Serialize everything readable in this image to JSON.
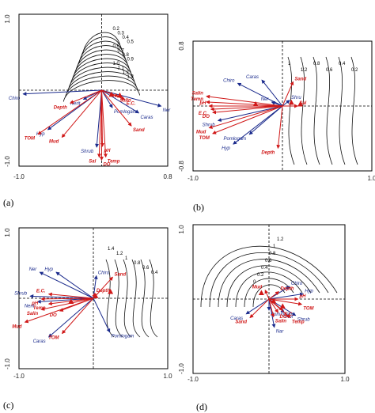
{
  "colors": {
    "environment": "#d01818",
    "species": "#1a2a8c",
    "contour": "#111111",
    "frame": "#000000",
    "event": "#d01818"
  },
  "chart_data": [
    {
      "type": "scatter",
      "panel_label": "(a)",
      "title": "",
      "xlabel": "",
      "ylabel": "",
      "xlim": [
        -1.0,
        0.8
      ],
      "ylim": [
        -1.0,
        1.0
      ],
      "tick_labels": {
        "x_min": "-1.0",
        "x_max": "0.8",
        "y_max": "1.0",
        "y_min": "-1.0"
      },
      "env_arrows": [
        {
          "name": "Depth",
          "x": -0.38,
          "y": -0.17
        },
        {
          "name": "TOM",
          "x": -0.77,
          "y": -0.58
        },
        {
          "name": "Mud",
          "x": -0.48,
          "y": -0.62
        },
        {
          "name": "Sal",
          "x": -0.03,
          "y": -0.88
        },
        {
          "name": "DO",
          "x": 0.0,
          "y": -0.92
        },
        {
          "name": "Temp",
          "x": 0.05,
          "y": -0.88
        },
        {
          "name": "pH",
          "x": 0.01,
          "y": -0.74
        },
        {
          "name": "Sand",
          "x": 0.36,
          "y": -0.47
        },
        {
          "name": "E.C.",
          "x": 0.28,
          "y": -0.12
        },
        {
          "name": "Salin",
          "x": 0.2,
          "y": -0.08
        }
      ],
      "species_arrows": [
        {
          "name": "Chiro",
          "x": -0.95,
          "y": -0.05
        },
        {
          "name": "Hyp",
          "x": -0.65,
          "y": -0.52
        },
        {
          "name": "Nerit",
          "x": -0.22,
          "y": -0.12
        },
        {
          "name": "Pomlogam",
          "x": 0.13,
          "y": -0.23
        },
        {
          "name": "Caras",
          "x": 0.45,
          "y": -0.3
        },
        {
          "name": "Ner",
          "x": 0.72,
          "y": -0.21
        },
        {
          "name": "Shrub",
          "x": -0.06,
          "y": -0.75
        }
      ],
      "events": [
        {
          "x": 0.12,
          "y": -0.06
        },
        {
          "x": 0.22,
          "y": -0.07
        }
      ],
      "contour_labels": [
        "0.2",
        "0.3",
        "0.4",
        "0.5",
        "0.6",
        "0.7",
        "0.8",
        "0.9",
        "1.0",
        "1.1",
        "1.2",
        "1.3"
      ]
    },
    {
      "type": "scatter",
      "panel_label": "(b)",
      "title": "",
      "xlabel": "",
      "ylabel": "",
      "xlim": [
        -1.0,
        1.0
      ],
      "ylim": [
        -0.8,
        0.8
      ],
      "tick_labels": {
        "x_min": "-1.0",
        "x_max": "1.0",
        "y_max": "0.8",
        "y_min": "-0.8"
      },
      "env_arrows": [
        {
          "name": "Salin",
          "x": -0.85,
          "y": 0.12
        },
        {
          "name": "Temp",
          "x": -0.85,
          "y": 0.05
        },
        {
          "name": "pH",
          "x": -0.82,
          "y": 0.0
        },
        {
          "name": "E.C.",
          "x": -0.8,
          "y": -0.04
        },
        {
          "name": "DO",
          "x": -0.78,
          "y": -0.08
        },
        {
          "name": "Mud",
          "x": -0.82,
          "y": -0.27
        },
        {
          "name": "TOM",
          "x": -0.78,
          "y": -0.34
        },
        {
          "name": "Depth",
          "x": -0.05,
          "y": -0.52
        },
        {
          "name": "Sand",
          "x": 0.12,
          "y": 0.3
        },
        {
          "name": "Sal",
          "x": 0.17,
          "y": 0.0
        }
      ],
      "species_arrows": [
        {
          "name": "Chiro",
          "x": -0.5,
          "y": 0.28
        },
        {
          "name": "Caras",
          "x": -0.23,
          "y": 0.32
        },
        {
          "name": "Ner",
          "x": -0.12,
          "y": 0.05
        },
        {
          "name": "Shru",
          "x": 0.08,
          "y": 0.07
        },
        {
          "name": "Shrub",
          "x": -0.72,
          "y": -0.18
        },
        {
          "name": "Pomlogam",
          "x": -0.37,
          "y": -0.35
        },
        {
          "name": "Hyp",
          "x": -0.55,
          "y": -0.47
        }
      ],
      "events": [
        {
          "x": -0.3,
          "y": 0.02
        },
        {
          "x": 0.1,
          "y": 0.04
        },
        {
          "x": 0.2,
          "y": 0.02
        }
      ],
      "contour_labels": [
        "1",
        "1.2",
        "0.8",
        "0.6",
        "0.4",
        "0.2"
      ]
    },
    {
      "type": "scatter",
      "panel_label": "(c)",
      "title": "",
      "xlabel": "",
      "ylabel": "",
      "xlim": [
        -1.0,
        1.0
      ],
      "ylim": [
        -1.0,
        1.0
      ],
      "tick_labels": {
        "x_min": "-1.0",
        "x_max": "1.0",
        "y_max": "1.0",
        "y_min": "-1.0"
      },
      "env_arrows": [
        {
          "name": "E.C.",
          "x": -0.6,
          "y": 0.06
        },
        {
          "name": "pH",
          "x": -0.7,
          "y": -0.01
        },
        {
          "name": "Temp",
          "x": -0.6,
          "y": -0.08
        },
        {
          "name": "Salin",
          "x": -0.7,
          "y": -0.16
        },
        {
          "name": "DO",
          "x": -0.45,
          "y": -0.18
        },
        {
          "name": "Mud",
          "x": -0.92,
          "y": -0.34
        },
        {
          "name": "TOM",
          "x": -0.42,
          "y": -0.5
        },
        {
          "name": "Depth",
          "x": 0.02,
          "y": 0.07
        },
        {
          "name": "Sand",
          "x": 0.26,
          "y": 0.3
        }
      ],
      "species_arrows": [
        {
          "name": "Ner",
          "x": -0.72,
          "y": 0.37
        },
        {
          "name": "Hyp",
          "x": -0.5,
          "y": 0.37
        },
        {
          "name": "Chiro",
          "x": 0.04,
          "y": 0.32
        },
        {
          "name": "Shrub",
          "x": -0.85,
          "y": 0.03
        },
        {
          "name": "Caras",
          "x": -0.6,
          "y": -0.55
        },
        {
          "name": "Pomlogam",
          "x": 0.22,
          "y": -0.48
        },
        {
          "name": "Nerit",
          "x": -0.75,
          "y": -0.05
        }
      ],
      "events": [
        {
          "x": -0.3,
          "y": -0.05
        },
        {
          "x": 0.03,
          "y": 0.03
        },
        {
          "x": 0.23,
          "y": 0.09
        }
      ],
      "contour_labels": [
        "1.4",
        "1.2",
        "1",
        "0.8",
        "0.6",
        "0.4"
      ]
    },
    {
      "type": "scatter",
      "panel_label": "(d)",
      "title": "",
      "xlabel": "",
      "ylabel": "",
      "xlim": [
        -1.0,
        1.0
      ],
      "ylim": [
        -1.0,
        1.0
      ],
      "tick_labels": {
        "x_min": "-1.0",
        "x_max": "1.0",
        "y_max": "1.0",
        "y_min": "-1.0"
      },
      "env_arrows": [
        {
          "name": "Mud",
          "x": -0.05,
          "y": 0.12
        },
        {
          "name": "Depth",
          "x": 0.13,
          "y": 0.1
        },
        {
          "name": "pH",
          "x": 0.38,
          "y": 0.0
        },
        {
          "name": "TOM",
          "x": 0.43,
          "y": -0.07
        },
        {
          "name": "Temp",
          "x": 0.28,
          "y": -0.25
        },
        {
          "name": "Sand",
          "x": -0.25,
          "y": -0.25
        },
        {
          "name": "Salin",
          "x": 0.06,
          "y": -0.24
        },
        {
          "name": "DO",
          "x": 0.12,
          "y": -0.18
        },
        {
          "name": "E.C.",
          "x": 0.18,
          "y": -0.15
        }
      ],
      "species_arrows": [
        {
          "name": "Chiro",
          "x": 0.27,
          "y": 0.17
        },
        {
          "name": "Hyp",
          "x": 0.45,
          "y": 0.07
        },
        {
          "name": "Shrub",
          "x": 0.35,
          "y": -0.22
        },
        {
          "name": "Caras",
          "x": -0.3,
          "y": -0.2
        },
        {
          "name": "Pomlogam",
          "x": 0.0,
          "y": -0.15
        },
        {
          "name": "Ner",
          "x": 0.2,
          "y": -0.18
        },
        {
          "name": "Nar",
          "x": 0.07,
          "y": -0.38
        }
      ],
      "events": [
        {
          "x": -0.1,
          "y": 0.08
        },
        {
          "x": 0.06,
          "y": -0.03
        },
        {
          "x": 0.18,
          "y": -0.1
        }
      ],
      "contour_labels": [
        "0",
        "0.2",
        "0.4",
        "0.6",
        "0.8",
        "1",
        "1.2"
      ]
    }
  ]
}
